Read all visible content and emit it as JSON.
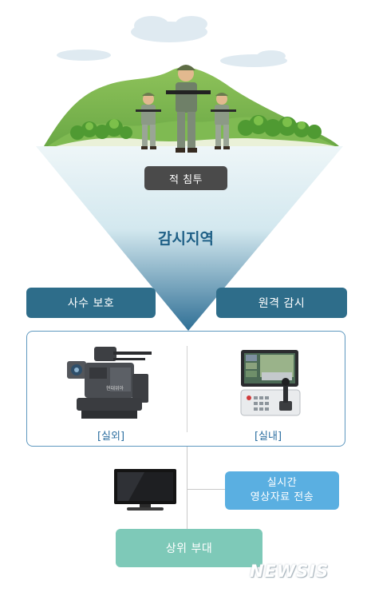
{
  "scene": {
    "enemy_label": "적 침투",
    "zone_label": "감시지역",
    "shooter_label": "사수 보호",
    "remote_label": "원격 감시"
  },
  "equipment": {
    "outdoor_caption": "[실외]",
    "indoor_caption": "[실내]",
    "weapon_marking": "현대위아"
  },
  "transfer": {
    "line1": "실시간",
    "line2": "영상자료 전송"
  },
  "hq_label": "상위 부대",
  "watermark": "NEWSIS",
  "colors": {
    "accent_blue": "#2e6d8a",
    "zone_text": "#1e5f86",
    "transfer_box": "#5aafe1",
    "hq_box": "#7ec9b8",
    "enemy_box": "#4a4a4a"
  }
}
